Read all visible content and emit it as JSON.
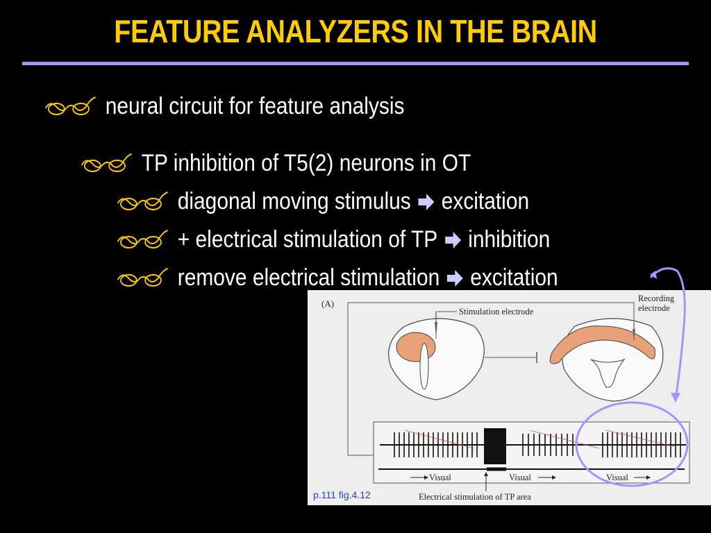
{
  "slide": {
    "title": "FEATURE ANALYZERS IN THE BRAIN",
    "bullets": [
      {
        "text": "neural circuit for feature analysis"
      },
      {
        "text": "TP inhibition of T5(2) neurons in OT"
      },
      {
        "text": "diagonal moving stimulus",
        "result": "excitation"
      },
      {
        "text": "+ electrical stimulation of TP",
        "result": "inhibition"
      },
      {
        "text": "remove electrical stimulation",
        "result": "excitation"
      }
    ],
    "bullet_icon": "spectacles-icon",
    "arrow_icon": "right-arrow-icon",
    "colors": {
      "title": "#ffcc00",
      "rule": "#9999ff",
      "accent": "#9999ff",
      "tissue": "#e8a27a"
    }
  },
  "figure": {
    "panel_label": "(A)",
    "stimulation_label": "Stimulation electrode",
    "recording_label_1": "Recording",
    "recording_label_2": "electrode",
    "visual_label": "Visual",
    "electrical_label": "Electrical stimulation of TP area",
    "reference": "p.111 fig.4.12"
  }
}
